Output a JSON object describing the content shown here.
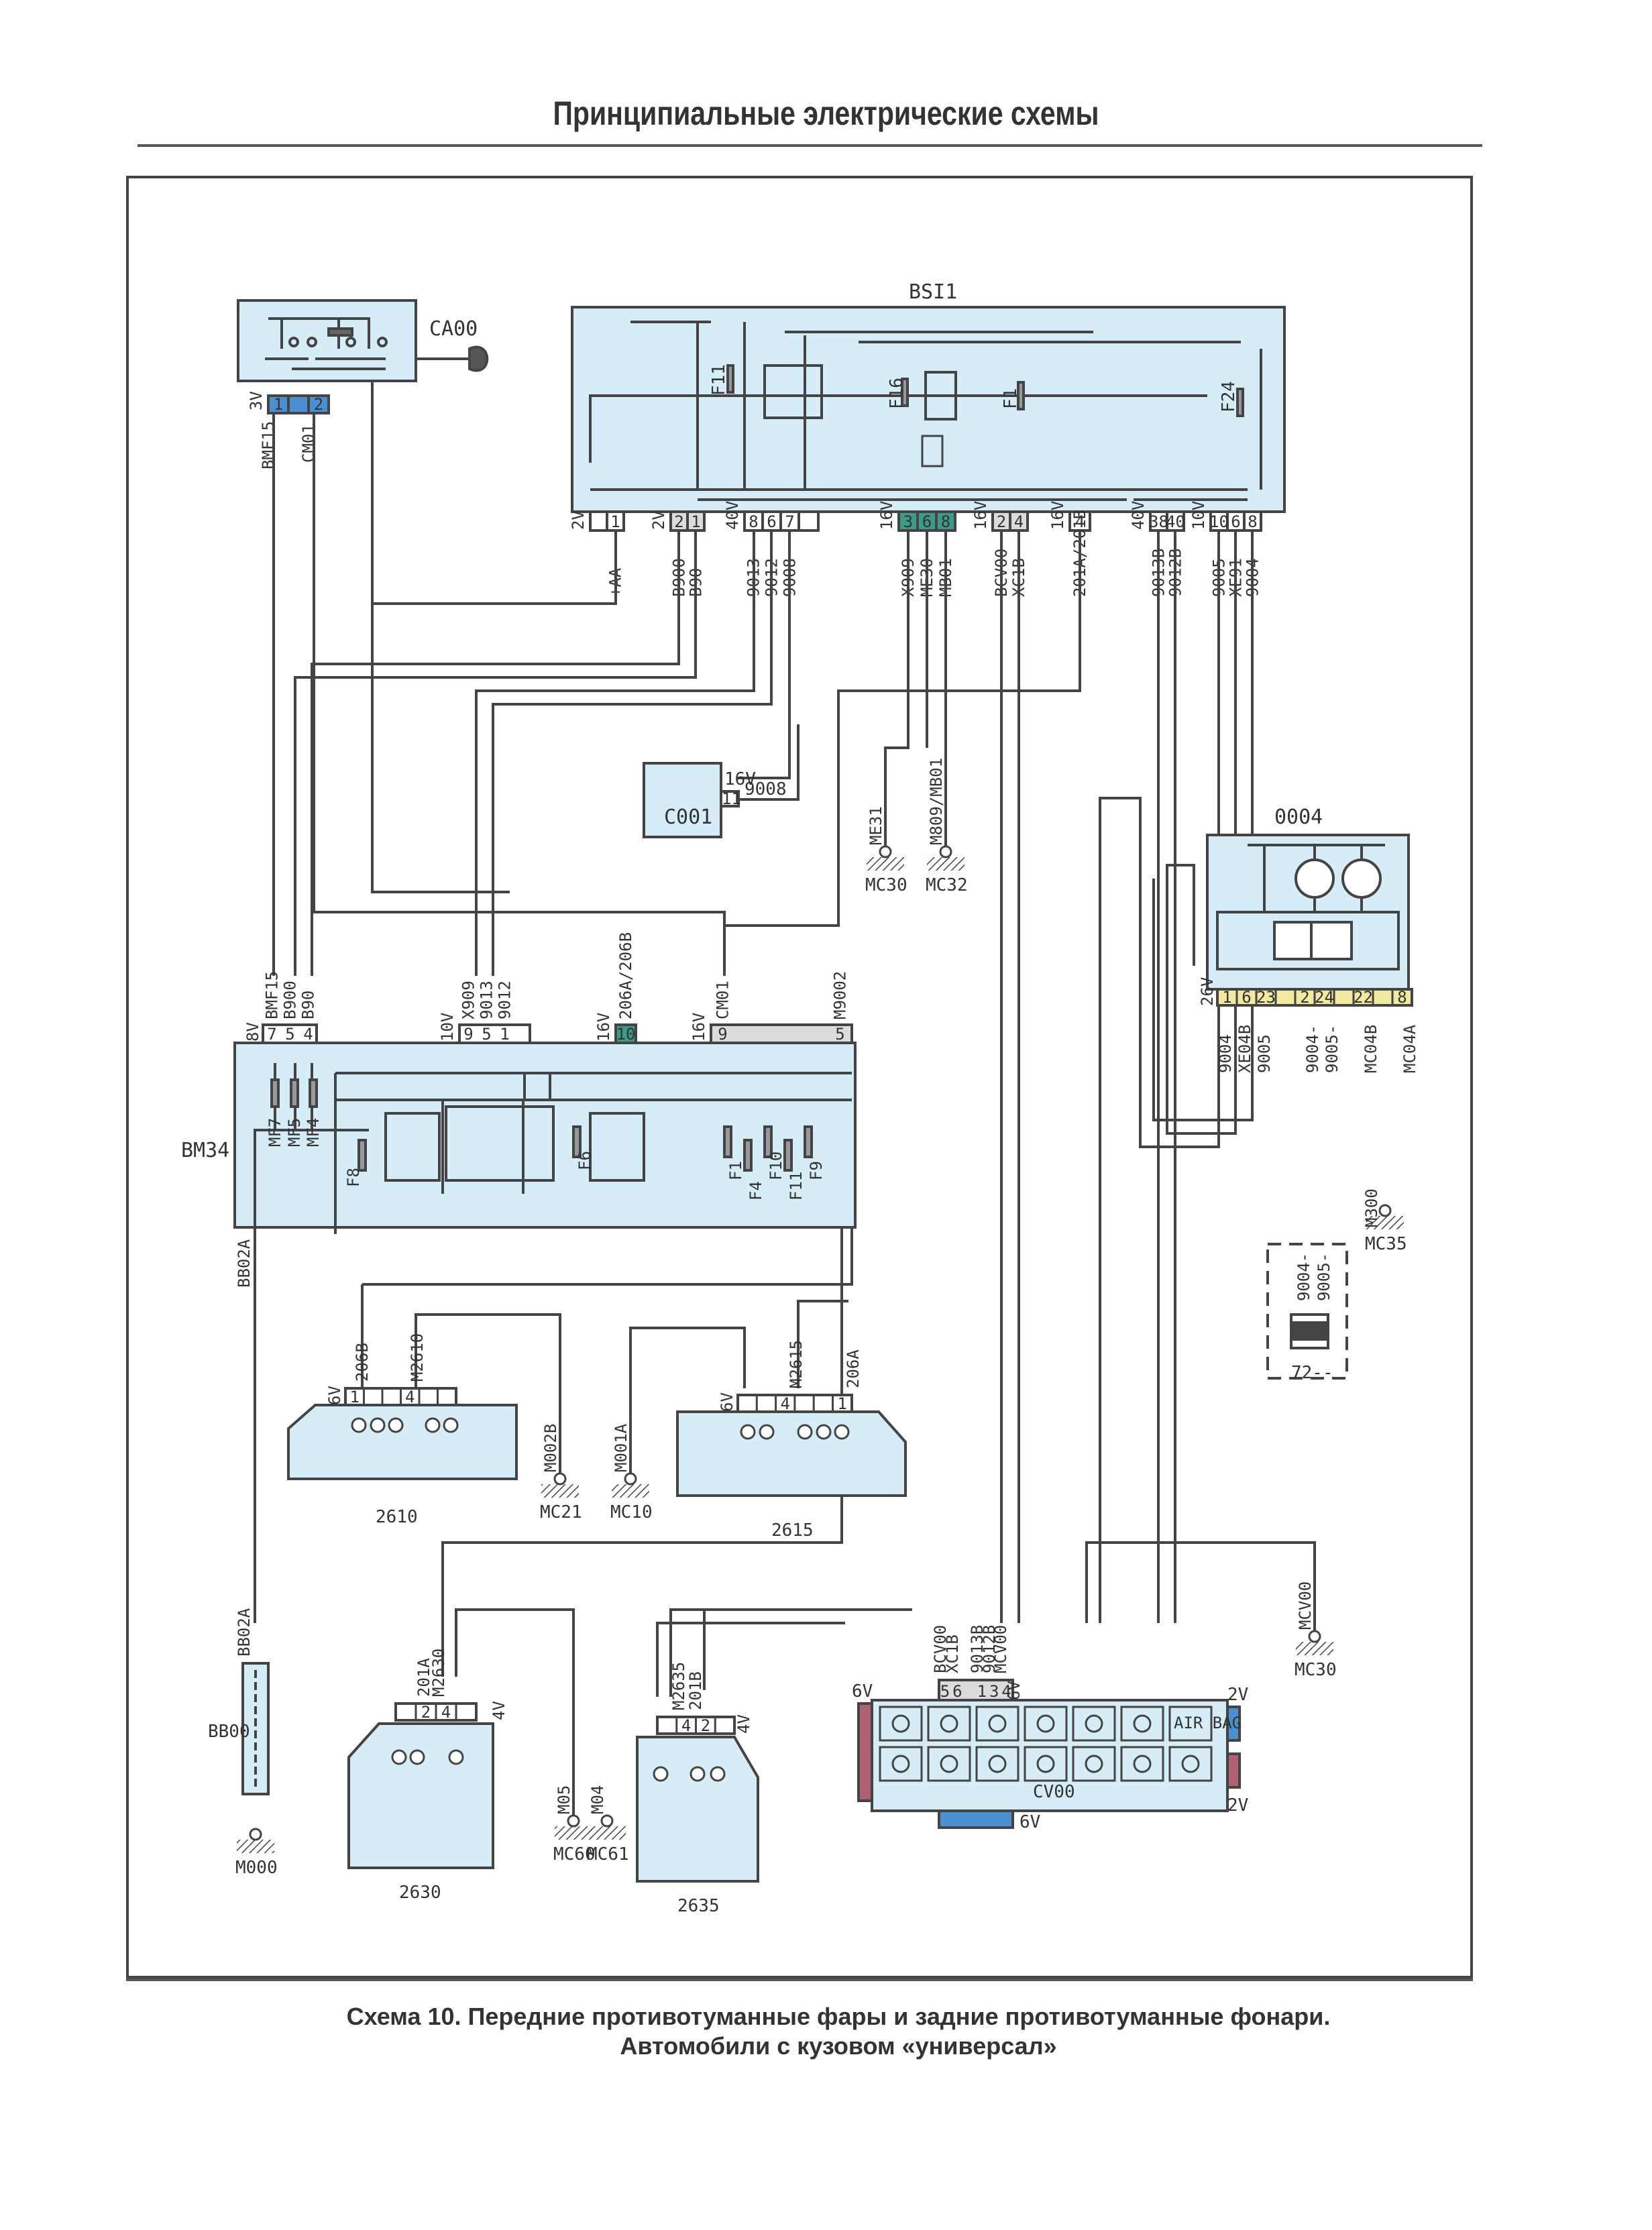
{
  "page": {
    "title": "Принципиальные электрические схемы",
    "caption_line1": "Схема 10. Передние противотуманные фары и задние противотуманные фонари.",
    "caption_line2": "Автомобили с кузовом «универсал»"
  },
  "colors": {
    "component_fill": "#d6ecf6",
    "wire": "#444444",
    "connector_blue": "#4a8fd0",
    "connector_green": "#3e9a86",
    "connector_gray": "#dcdcdc",
    "connector_yellow": "#f2e9a0",
    "connector_red": "#b06070"
  },
  "components": {
    "ca00": {
      "label": "CA00",
      "connector": {
        "voltage": "3V",
        "pins": [
          "1",
          "",
          "2"
        ]
      },
      "wires": [
        "BMF15",
        "CM01"
      ]
    },
    "bsi1": {
      "label": "BSI1",
      "fuses": [
        "F11",
        "F16",
        "F1",
        "F24"
      ],
      "connectors": [
        {
          "voltage": "2V",
          "pins": [
            "",
            "1"
          ],
          "wires": [
            "+AA"
          ]
        },
        {
          "voltage": "2V",
          "pins": [
            "2",
            "1"
          ],
          "wires": [
            "B900",
            "B90"
          ]
        },
        {
          "voltage": "40V",
          "pins": [
            "8",
            "6",
            "7",
            ""
          ],
          "wires": [
            "9013",
            "9012",
            "9008"
          ]
        },
        {
          "voltage": "16V",
          "pins": [
            "3",
            "6",
            "8"
          ],
          "wires": [
            "X909",
            "ME30",
            "MB01"
          ]
        },
        {
          "voltage": "16V",
          "pins": [
            "2",
            "4"
          ],
          "wires": [
            "BCV00",
            "XC1B"
          ]
        },
        {
          "voltage": "16V",
          "pins": [
            "4"
          ],
          "wires": [
            "201A/201B"
          ]
        },
        {
          "voltage": "40V",
          "pins": [
            "38",
            "40"
          ],
          "wires": [
            "9013B",
            "9012B"
          ]
        },
        {
          "voltage": "10V",
          "pins": [
            "10",
            "6",
            "8"
          ],
          "wires": [
            "9005",
            "XE91",
            "9004"
          ]
        }
      ]
    },
    "c001": {
      "label": "C001",
      "voltage": "16V",
      "pin": "11",
      "wire": "9008"
    },
    "grounds_top": [
      {
        "wire": "ME31",
        "label": "MC30"
      },
      {
        "wire": "M809/MB01",
        "label": "MC32"
      }
    ],
    "o004": {
      "label": "0004",
      "connector": {
        "voltage": "26V",
        "pins": [
          "1",
          "6",
          "23",
          "",
          "2",
          "24",
          "",
          "22",
          "",
          "8"
        ]
      },
      "wires": [
        "9004",
        "XE04B",
        "9005",
        "9004-",
        "9005-",
        "MC04B",
        "MC04A"
      ]
    },
    "ground_mc35": {
      "wire": "M300",
      "label": "MC35"
    },
    "plug72": {
      "label": "72--",
      "wires": [
        "9004-",
        "9005-"
      ]
    },
    "bm34": {
      "label": "BM34",
      "fuses": [
        "MF7",
        "MF5",
        "MF4",
        "F8",
        "F6",
        "F1",
        "F4",
        "F10",
        "F11",
        "F9"
      ],
      "connectors": [
        {
          "voltage": "8V",
          "pins": [
            "7",
            "5",
            "4"
          ],
          "wires": [
            "BMF15",
            "B900",
            "B90"
          ]
        },
        {
          "voltage": "10V",
          "pins": [
            "9",
            "5",
            "1",
            ""
          ],
          "wires": [
            "X909",
            "9013",
            "9012"
          ]
        },
        {
          "voltage": "16V",
          "pins": [
            "10"
          ],
          "wires": [
            "206A/206B"
          ]
        },
        {
          "voltage": "16V",
          "pins": [
            "9",
            "",
            "",
            "",
            "",
            "5"
          ],
          "wires": [
            "CM01",
            "M9002"
          ]
        }
      ],
      "bottom_wire": "BB02A"
    },
    "lamp2610": {
      "label": "2610",
      "voltage": "6V",
      "pins": [
        "1",
        "",
        "",
        "4",
        "",
        ""
      ],
      "wires": [
        "206B",
        "M2610"
      ]
    },
    "lamp2615": {
      "label": "2615",
      "voltage": "6V",
      "pins": [
        "",
        "",
        "4",
        "",
        "",
        "1"
      ],
      "wires": [
        "M2615",
        "206A"
      ]
    },
    "grounds_mid": [
      {
        "wire": "M002B",
        "label": "MC21"
      },
      {
        "wire": "M001A",
        "label": "MC10"
      }
    ],
    "battery": {
      "label": "BB00",
      "wire": "BB02A",
      "ground": "M000"
    },
    "lamp2630": {
      "label": "2630",
      "voltage": "4V",
      "pins": [
        "",
        "2",
        "4",
        ""
      ],
      "wires": [
        "201A",
        "M2630"
      ]
    },
    "lamp2635": {
      "label": "2635",
      "voltage": "4V",
      "pins": [
        "",
        "4",
        "2",
        ""
      ],
      "wires": [
        "M2635",
        "201B"
      ]
    },
    "grounds_bottom": [
      {
        "wire": "M05",
        "label": "MC60"
      },
      {
        "wire": "M04",
        "label": "MC61"
      }
    ],
    "cv00": {
      "label": "CV00",
      "connector_top": {
        "voltage": "6V",
        "pins": [
          "5",
          "6",
          "",
          "1",
          "3",
          "4"
        ],
        "wires": [
          "BCV00",
          "XC1B",
          "9013B",
          "9012B",
          "MCV00"
        ]
      },
      "left_connector_voltage": "6V",
      "right_top_voltage": "2V",
      "right_bottom_voltage": "2V",
      "bottom_voltage": "6V",
      "icons_row1": [
        "parking-lights",
        "high-beam",
        "low-beam",
        "turn-signals",
        "front-fog",
        "rear-fog",
        "AIR BAG"
      ],
      "icons_row2": [
        "wiper",
        "rear-wiper",
        "horn",
        "door-open",
        "seatbelt",
        "heated-window",
        "ground"
      ]
    },
    "ground_mcv00": {
      "wire": "MCV00",
      "label": "MC30"
    }
  }
}
